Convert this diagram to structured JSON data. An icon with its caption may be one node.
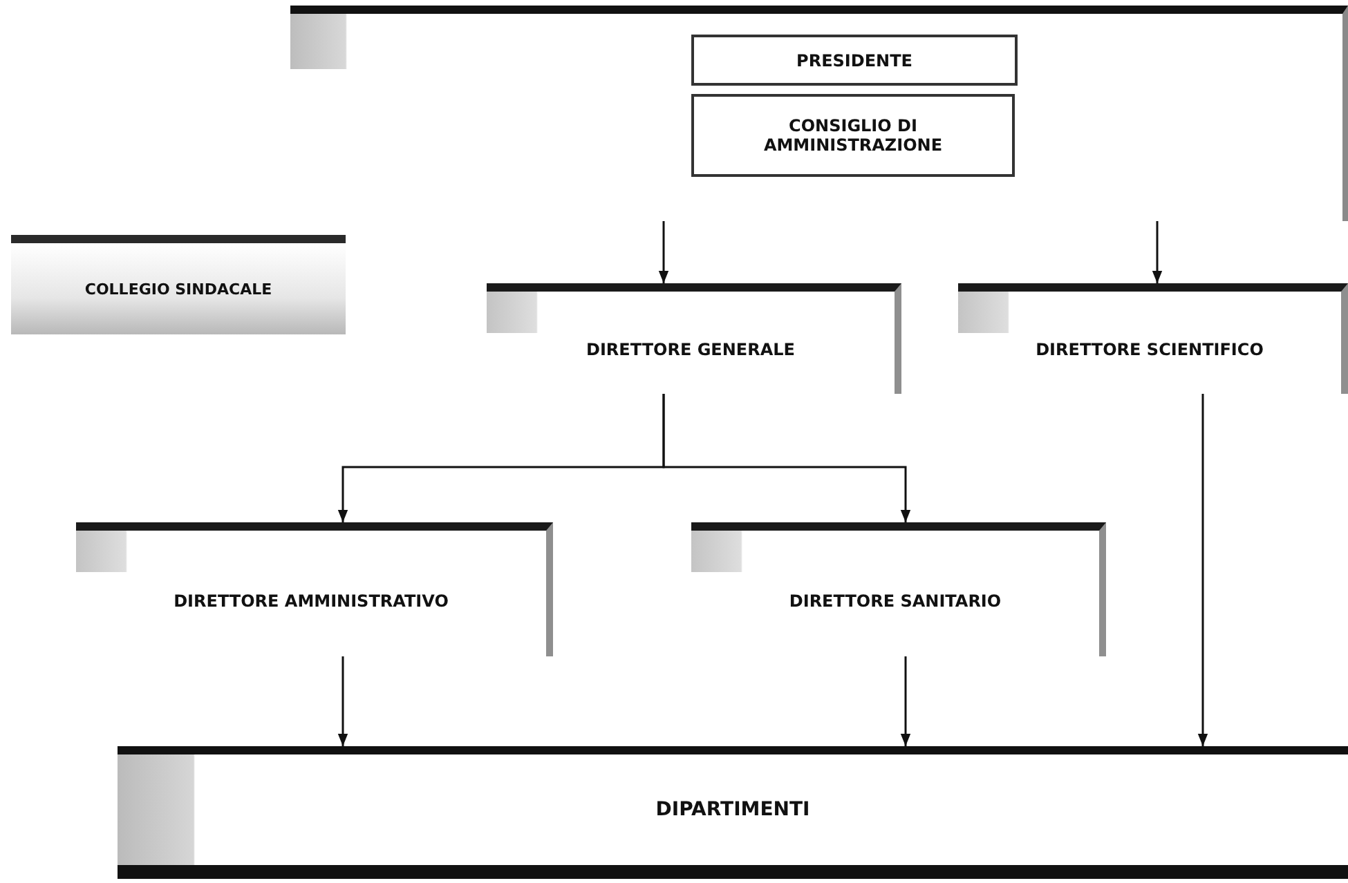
{
  "diagram": {
    "nodes": [
      {
        "text": [],
        "shape": "box"
      },
      {
        "text": [
          "PRESIDENTE"
        ],
        "in": 0
      },
      {
        "text": [
          "CONSIGLIO DI AMMINISTRAZIONE"
        ],
        "in": 0
      },
      {
        "text": [
          "COLLEGIO SINDACALE"
        ]
      },
      {
        "text": [
          "DIRETTORE GENERALE"
        ]
      },
      {
        "text": [
          "DIRETTORE SCIENTIFICO"
        ]
      },
      {
        "text": [
          "DIRETTORE AMMINISTRATIVO"
        ]
      },
      {
        "text": [
          "DIRETTORE SANITARIO"
        ]
      },
      {
        "text": [
          "DIPARTIMENTI"
        ]
      }
    ],
    "edges": [
      {
        "from": 0,
        "to": 4,
        "arrow": "to"
      },
      {
        "from": 0,
        "to": 5,
        "arrow": "to"
      },
      {
        "from": 4,
        "to": 6,
        "arrow": "to"
      },
      {
        "from": 4,
        "to": 7,
        "arrow": "to"
      },
      {
        "from": 5,
        "to": 8,
        "arrow": "to"
      },
      {
        "from": 6,
        "to": 8,
        "arrow": "to"
      },
      {
        "from": 7,
        "to": 8,
        "arrow": "to"
      }
    ]
  }
}
